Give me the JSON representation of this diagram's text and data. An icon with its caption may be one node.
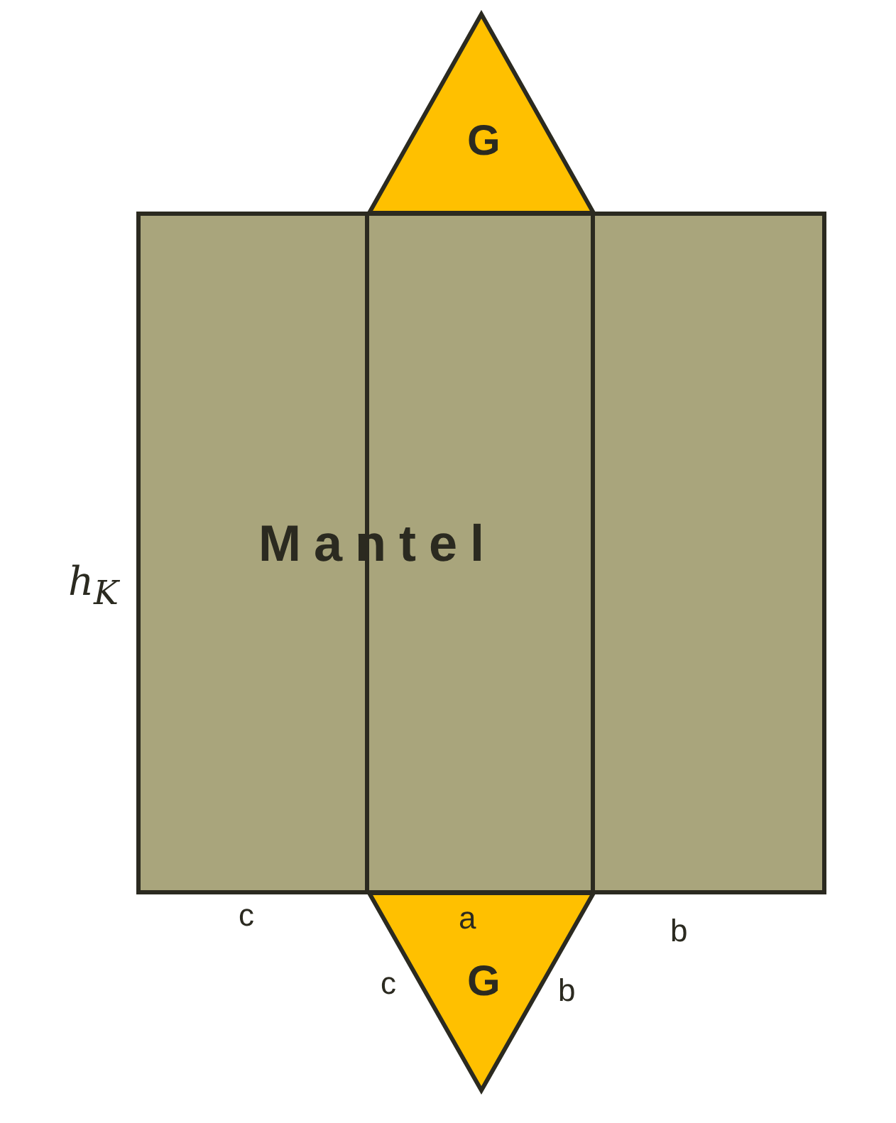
{
  "diagram": {
    "nodes": [
      {
        "text": [
          "G"
        ]
      },
      {
        "text": [],
        "shape": "box"
      },
      {
        "text": [],
        "shape": "box"
      },
      {
        "text": [],
        "shape": "box"
      },
      {
        "text": [
          "G"
        ]
      }
    ],
    "labels": [
      "Mantel",
      "h$_{K}$",
      "c",
      "a",
      "b",
      "c",
      "b"
    ]
  }
}
